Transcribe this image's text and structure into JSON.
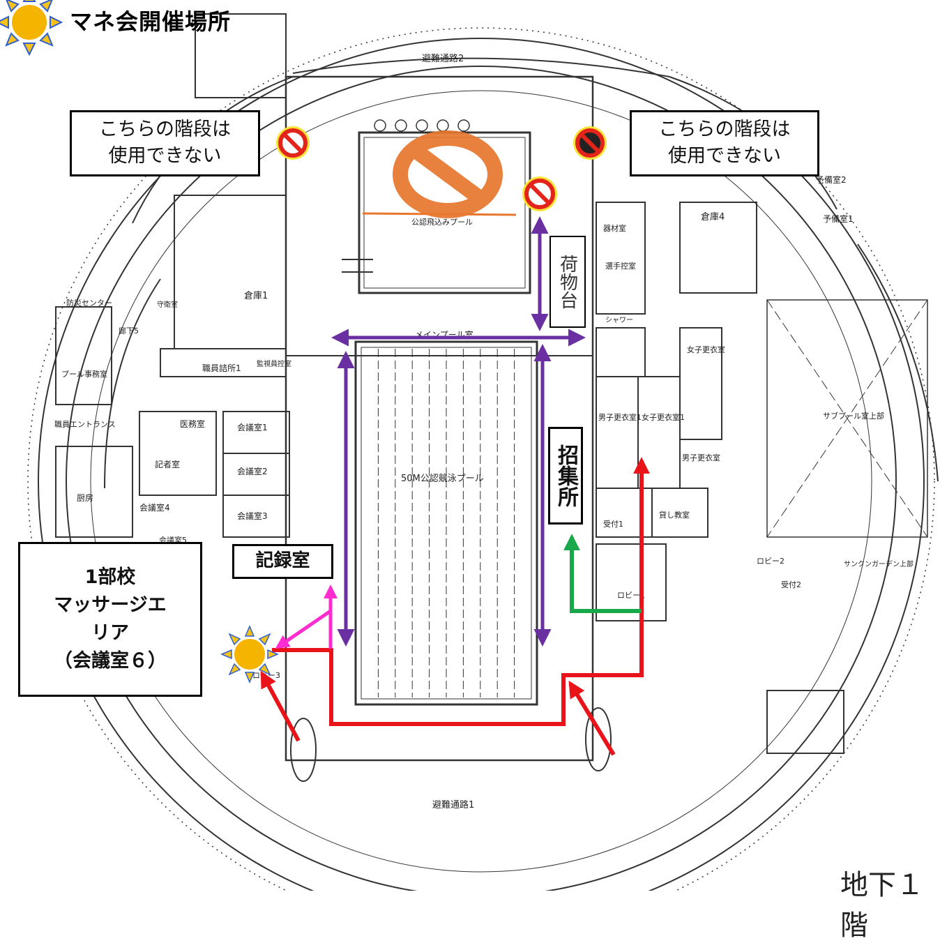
{
  "title": "マネ会開催場所",
  "notes": {
    "left_stairs": [
      "こちらの階段は",
      "使用できない"
    ],
    "right_stairs": [
      "こちらの階段は",
      "使用できない"
    ]
  },
  "labels": {
    "luggage": "荷物台",
    "assembly": "招集所",
    "records": "記録室",
    "massage": [
      "1部校",
      "マッサージエ",
      "リア",
      "（会議室６）"
    ]
  },
  "plan_labels": {
    "evac2": "避難通路2",
    "evac1": "避難通路1",
    "warmup_pool": "公認飛込みプール",
    "main_pool_room": "メインプール室",
    "pool_50m": "50M公認競泳プール",
    "warehouse1": "倉庫1",
    "warehouse4": "倉庫4",
    "disaster_center": "防災センター",
    "guard_room": "守衛室",
    "corridor5": "廊下5",
    "pool_office": "プール事務室",
    "staff_entrance": "職員エントランス",
    "officials_room": "職員詰所1",
    "supervisor_room": "監視員控室",
    "medical": "医務室",
    "press": "記者室",
    "kitchen": "厨房",
    "meeting1": "会議室1",
    "meeting2": "会議室2",
    "meeting3": "会議室3",
    "meeting4": "会議室4",
    "meeting5": "会議室5",
    "athletes_room": "選手控室",
    "storage_room": "器材室",
    "reserve1": "予備室1",
    "reserve2": "予備室2",
    "womens_change": "女子更衣室",
    "mens_change1": "男子更衣室1",
    "womens_change1": "女子更衣室1",
    "mens_change": "男子更衣室",
    "reception1": "受付1",
    "reception2": "受付2",
    "rental_class": "貸し教室",
    "lobby1": "ロビー1",
    "lobby2": "ロビー2",
    "lobby3": "ロビー3",
    "sub_pool": "サブプール室上部",
    "sunken_garden": "サンクンガーデン上部",
    "shower": "シャワー"
  },
  "corner_text": "地下１階",
  "colors": {
    "route_red": "#e8141a",
    "route_purple": "#6a2fa0",
    "route_green": "#19a84a",
    "route_magenta": "#ff2ccf",
    "sun": "#f4b400",
    "sun_rays": "#2f5fd0",
    "no_entry": "#e3241b",
    "no_entry_big": "#e8772e"
  },
  "icons": [
    "sun-icon",
    "no-entry-icon"
  ]
}
